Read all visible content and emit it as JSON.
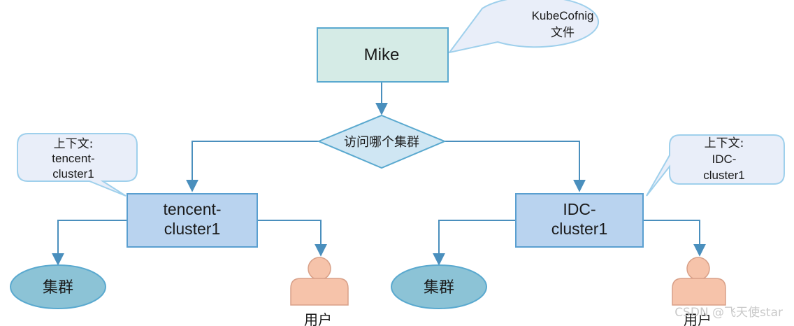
{
  "nodes": {
    "root": {
      "label": "Mike"
    },
    "decision": {
      "label": "访问哪个集群"
    },
    "left_cluster_box": {
      "line1": "tencent-",
      "line2": "cluster1"
    },
    "right_cluster_box": {
      "line1": "IDC-",
      "line2": "cluster1"
    },
    "left_cluster_db": {
      "label": "集群"
    },
    "right_cluster_db": {
      "label": "集群"
    },
    "left_user": {
      "label": "用户"
    },
    "right_user": {
      "label": "用户"
    }
  },
  "callouts": {
    "kubeconfig": {
      "line1": "KubeCofnig",
      "line2": "文件"
    },
    "left_context": {
      "line1": "上下文:",
      "line2": "tencent-",
      "line3": "cluster1"
    },
    "right_context": {
      "line1": "上下文:",
      "line2": "IDC-",
      "line3": "cluster1"
    }
  },
  "watermark": "CSDN @飞天使star",
  "colors": {
    "root_fill": "#d5ebe6",
    "root_stroke": "#5aa9cf",
    "box_fill": "#b9d3ef",
    "box_stroke": "#5a9fd0",
    "decision_fill": "#cfe6f3",
    "ellipse_fill": "#8cc3d6",
    "user_fill": "#f6c3aa",
    "user_stroke": "#d8a088",
    "callout_fill": "#e9eef9",
    "callout_stroke": "#9fd0ec",
    "arrow": "#4a8fbd"
  }
}
